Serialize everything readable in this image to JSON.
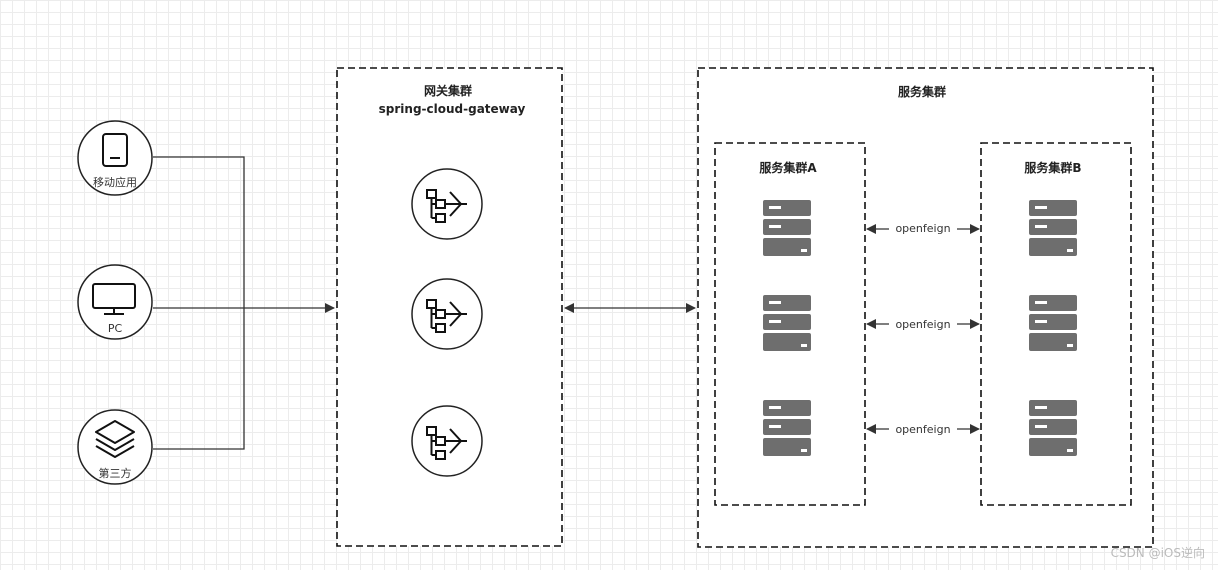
{
  "clients": [
    {
      "label": "移动应用",
      "icon": "mobile-icon"
    },
    {
      "label": "PC",
      "icon": "monitor-icon"
    },
    {
      "label": "第三方",
      "icon": "layers-icon"
    }
  ],
  "gateway_cluster": {
    "title": "网关集群",
    "subtitle": "spring-cloud-gateway",
    "nodes": [
      "gateway-icon",
      "gateway-icon",
      "gateway-icon"
    ]
  },
  "service_cluster": {
    "title": "服务集群",
    "cluster_a": {
      "title": "服务集群A"
    },
    "cluster_b": {
      "title": "服务集群B"
    },
    "links": [
      "openfeign",
      "openfeign",
      "openfeign"
    ]
  },
  "watermark": "CSDN @iOS逆向",
  "colors": {
    "line": "#333333",
    "server": "#6e6e6e",
    "border": "#222222"
  }
}
